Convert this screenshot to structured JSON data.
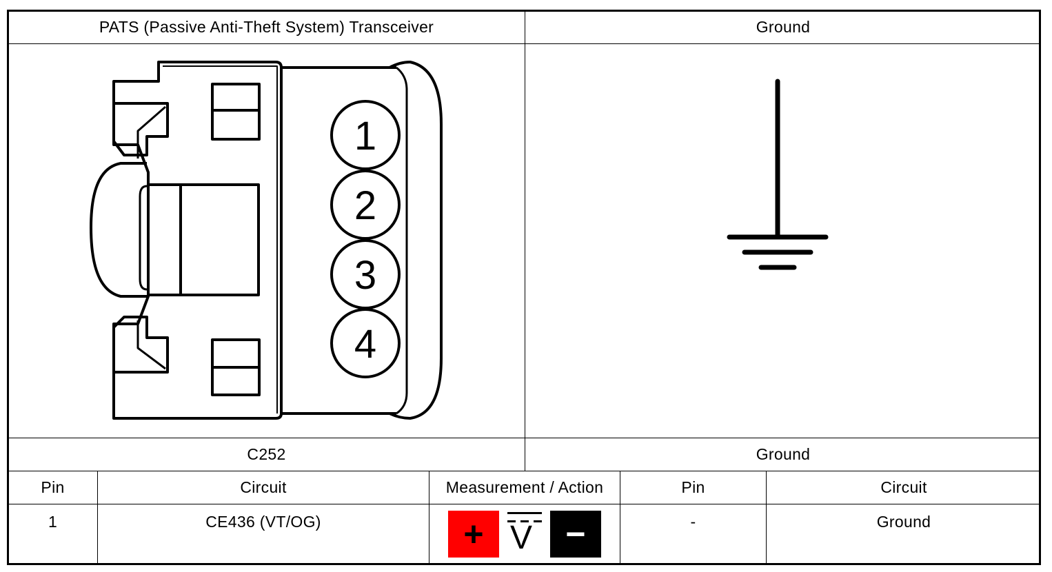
{
  "diagram": {
    "header_left": "PATS (Passive Anti-Theft System) Transceiver",
    "header_right": "Ground",
    "connector": {
      "pins": [
        "1",
        "2",
        "3",
        "4"
      ]
    },
    "caption_left": "C252",
    "caption_right": "Ground"
  },
  "table": {
    "columns": [
      "Pin",
      "Circuit",
      "Measurement / Action",
      "Pin",
      "Circuit"
    ],
    "rows": [
      {
        "pin": "1",
        "circuit": "CE436 (VT/OG)",
        "measurement_icon": "dc-voltmeter-icon",
        "ground_pin": "-",
        "ground_circuit": "Ground"
      }
    ]
  },
  "meter": {
    "plus_symbol": "+",
    "minus_symbol": "−",
    "volt_symbol": "V",
    "plus_color": "#ff0000",
    "minus_color": "#000000"
  }
}
